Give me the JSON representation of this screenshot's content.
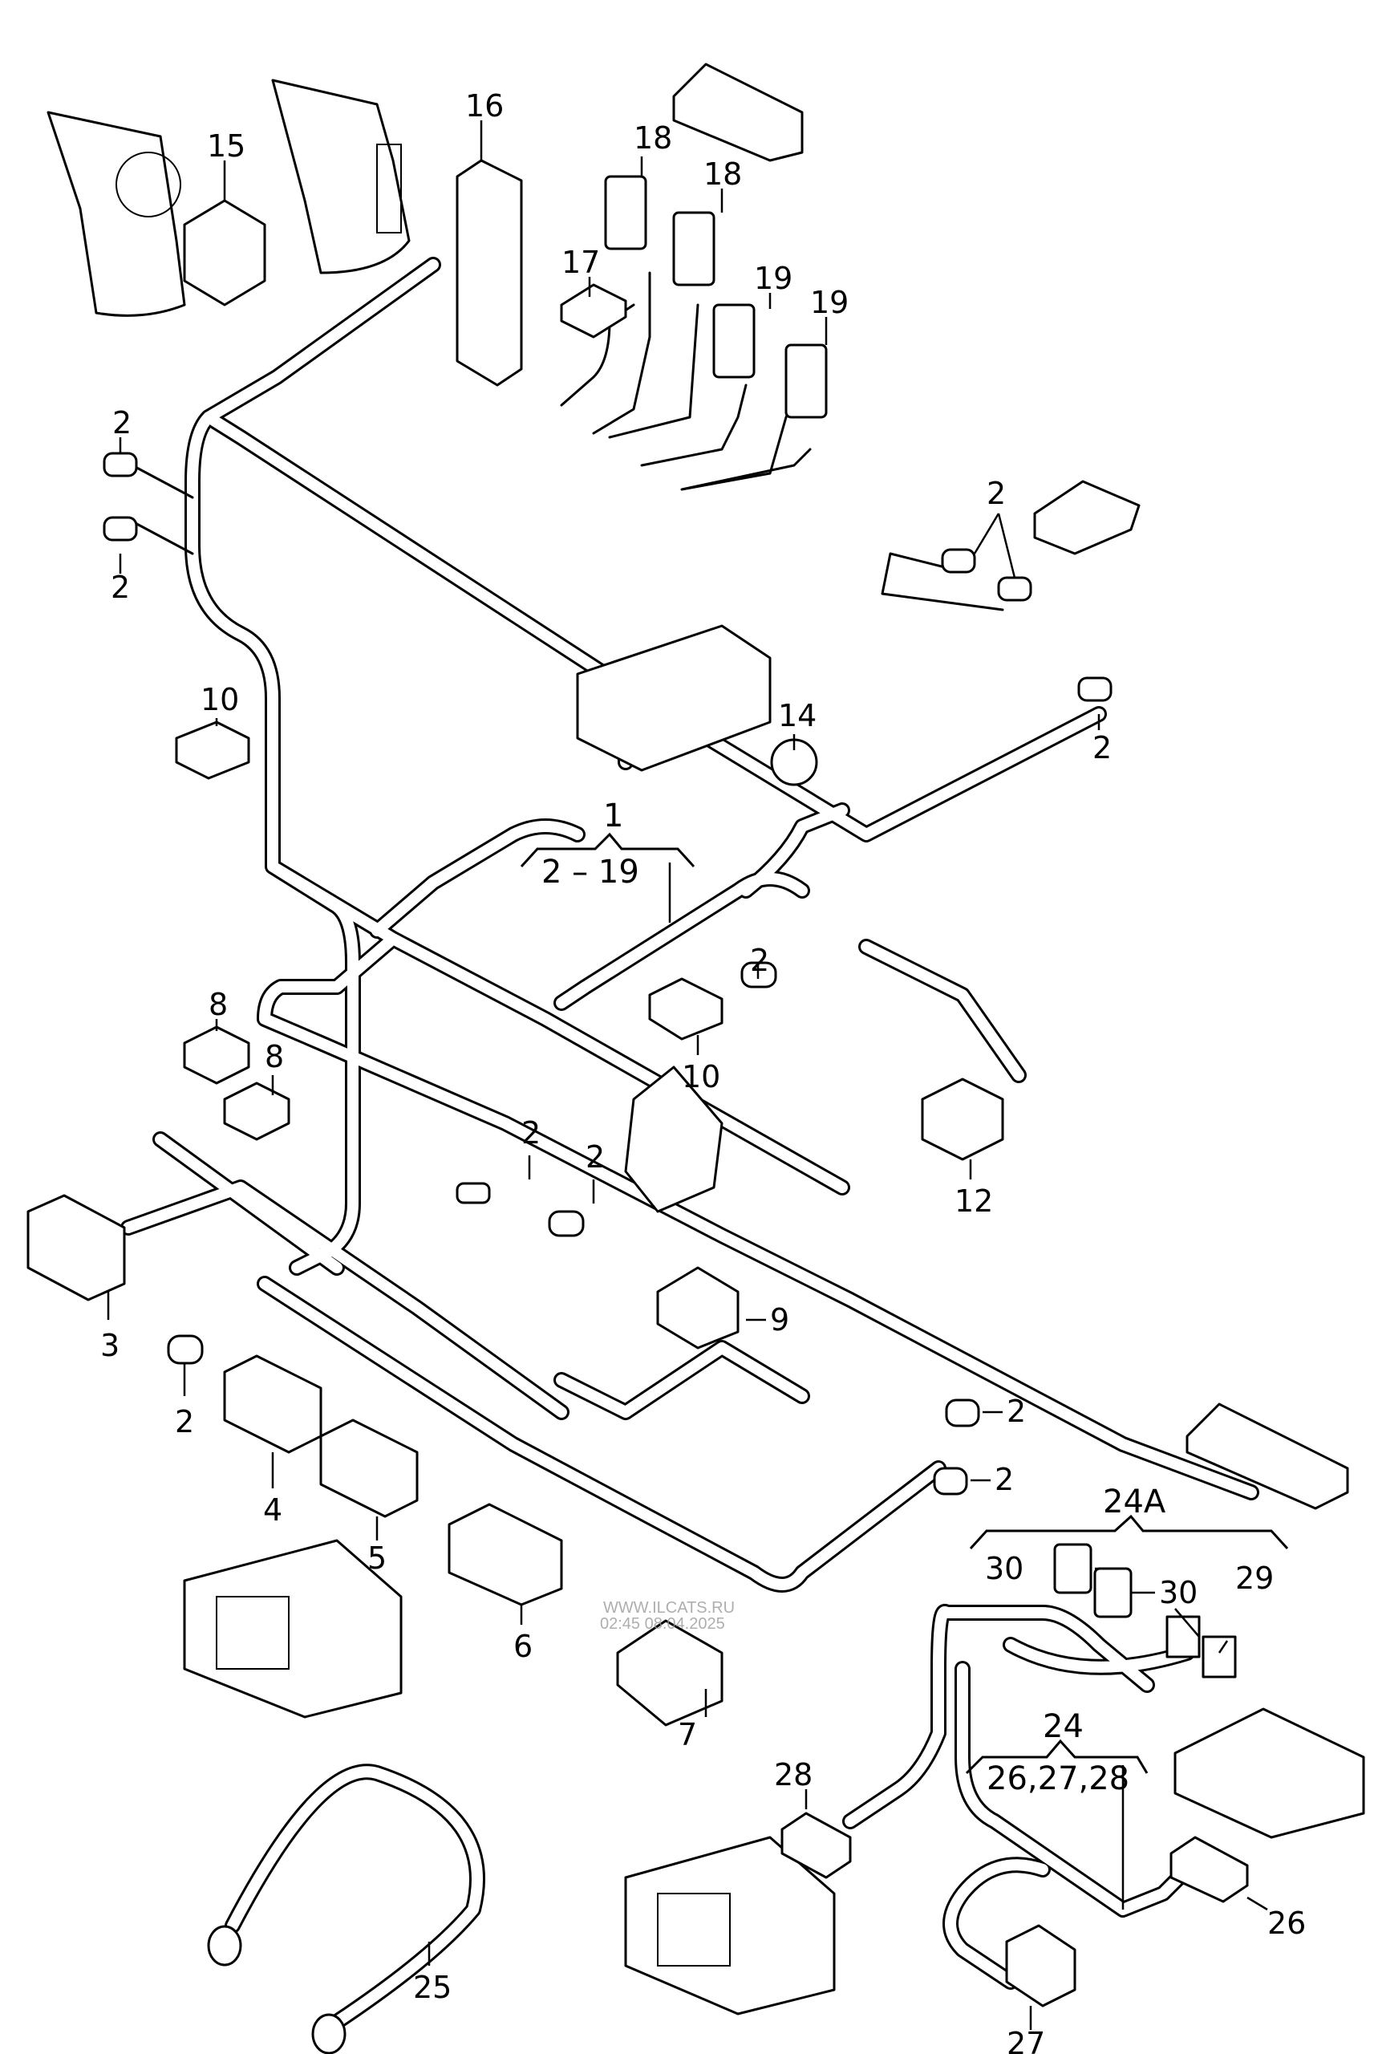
{
  "diagram": {
    "type": "exploded-parts-wiring-harness",
    "background": "#ffffff",
    "line_color": "#000000",
    "watermark": {
      "line1": "WWW.ILCATS.RU",
      "line2": "02:45 08.04.2025"
    },
    "groups": [
      {
        "id": "g1",
        "label": "1",
        "range": "2 – 19"
      },
      {
        "id": "g24a",
        "label": "24A",
        "range": ""
      },
      {
        "id": "g24",
        "label": "24",
        "range": "26,27,28"
      }
    ],
    "callouts": [
      {
        "id": "c15",
        "label": "15"
      },
      {
        "id": "c16",
        "label": "16"
      },
      {
        "id": "c18a",
        "label": "18"
      },
      {
        "id": "c18b",
        "label": "18"
      },
      {
        "id": "c17",
        "label": "17"
      },
      {
        "id": "c19a",
        "label": "19"
      },
      {
        "id": "c19b",
        "label": "19"
      },
      {
        "id": "c2a",
        "label": "2"
      },
      {
        "id": "c2b",
        "label": "2"
      },
      {
        "id": "c2c",
        "label": "2"
      },
      {
        "id": "c2d",
        "label": "2"
      },
      {
        "id": "c10a",
        "label": "10"
      },
      {
        "id": "c14",
        "label": "14"
      },
      {
        "id": "c2e",
        "label": "2"
      },
      {
        "id": "c10b",
        "label": "10"
      },
      {
        "id": "c8a",
        "label": "8"
      },
      {
        "id": "c8b",
        "label": "8"
      },
      {
        "id": "c12",
        "label": "12"
      },
      {
        "id": "c2f",
        "label": "2"
      },
      {
        "id": "c2g",
        "label": "2"
      },
      {
        "id": "c3",
        "label": "3"
      },
      {
        "id": "c9",
        "label": "9"
      },
      {
        "id": "c2h",
        "label": "2"
      },
      {
        "id": "c4",
        "label": "4"
      },
      {
        "id": "c5",
        "label": "5"
      },
      {
        "id": "c2i",
        "label": "2"
      },
      {
        "id": "c2j",
        "label": "2"
      },
      {
        "id": "c6",
        "label": "6"
      },
      {
        "id": "c7",
        "label": "7"
      },
      {
        "id": "c30a",
        "label": "30"
      },
      {
        "id": "c30b",
        "label": "30"
      },
      {
        "id": "c29",
        "label": "29"
      },
      {
        "id": "c28",
        "label": "28"
      },
      {
        "id": "c25",
        "label": "25"
      },
      {
        "id": "c26",
        "label": "26"
      },
      {
        "id": "c27",
        "label": "27"
      }
    ]
  }
}
